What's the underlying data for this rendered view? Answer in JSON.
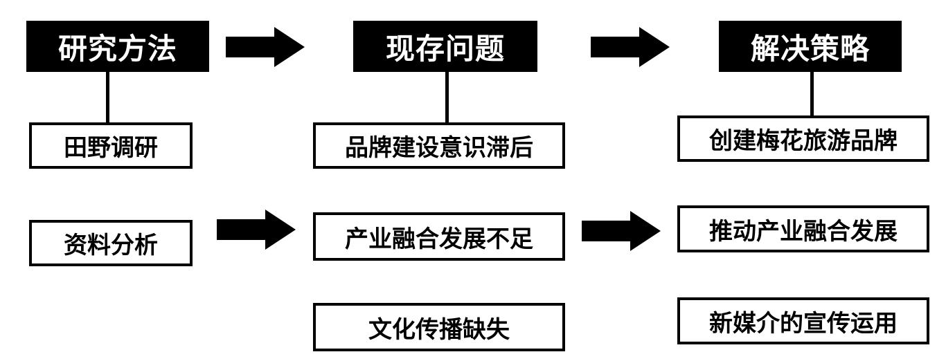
{
  "columns": [
    {
      "header": "研究方法",
      "items": [
        "田野调研",
        "资料分析"
      ]
    },
    {
      "header": "现存问题",
      "items": [
        "品牌建设意识滞后",
        "产业融合发展不足",
        "文化传播缺失"
      ]
    },
    {
      "header": "解决策略",
      "items": [
        "创建梅花旅游品牌",
        "推动产业融合发展",
        "新媒介的宣传运用"
      ]
    }
  ],
  "colors": {
    "header_bg": "#000000",
    "header_text": "#ffffff",
    "box_border": "#000000",
    "arrow": "#000000"
  }
}
